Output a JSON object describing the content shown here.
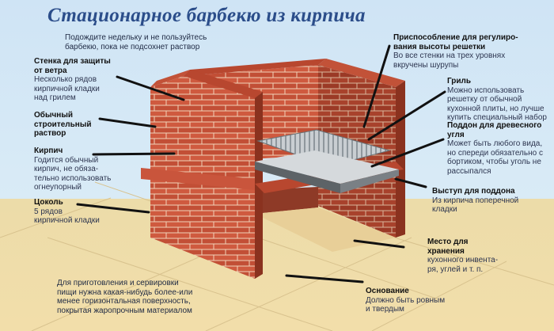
{
  "title": "Стационарное барбекю из кирпича",
  "intro_note": "Подождите недельку и не пользуйтесь\nбарбекю, пока не подсохнет раствор",
  "bottom_note": "Для приготовления и сервировки\nпищи нужна какая-нибудь более-или\nменее горизонтальная поверхность,\nпокрытая жаропрочным материалом",
  "callouts": {
    "wind_wall": {
      "heading": "Стенка для защиты\nот ветра",
      "body": "Несколько рядов\nкирпичной кладки\nнад грилем"
    },
    "mortar": {
      "heading": "Обычный\nстроительный\nраствор",
      "body": ""
    },
    "brick": {
      "heading": "Кирпич",
      "body": "Годится обычный\nкирпич, не обяза-\nтельно использовать\nогнеупорный"
    },
    "plinth": {
      "heading": "Цоколь",
      "body": "5 рядов\nкирпичной кладки"
    },
    "height_device": {
      "heading": "Приспособление для регулиро-\nвания высоты решетки",
      "body": "Во все стенки на трех уровнях\nвкручены шурупы"
    },
    "grill": {
      "heading": "Гриль",
      "body": "Можно использовать\nрешетку от обычной\nкухонной плиты, но лучше\nкупить специальный набор"
    },
    "wood_tray": {
      "heading": "Поддон для древесного\nугля",
      "body": "Может быть любого вида,\nно спереди обязательно с\nбортиком, чтобы уголь не\nрассыпался"
    },
    "tray_ledge": {
      "heading": "Выступ для поддона",
      "body": "Из кирпича поперечной\nкладки"
    },
    "storage": {
      "heading": "Место для\nхранения",
      "body": "кухонного инвента-\nря, углей и т. п."
    },
    "base": {
      "heading": "Основание",
      "body": "Должно быть ровным\nи твердым"
    }
  },
  "colors": {
    "sky": "#d4e8f6",
    "ground": "#f0dca8",
    "brick": "#c9553c",
    "brick_shadow": "#9b3624",
    "mortar": "#f0d3b8",
    "tray": "#6e7478",
    "title": "#2b4d8a"
  }
}
